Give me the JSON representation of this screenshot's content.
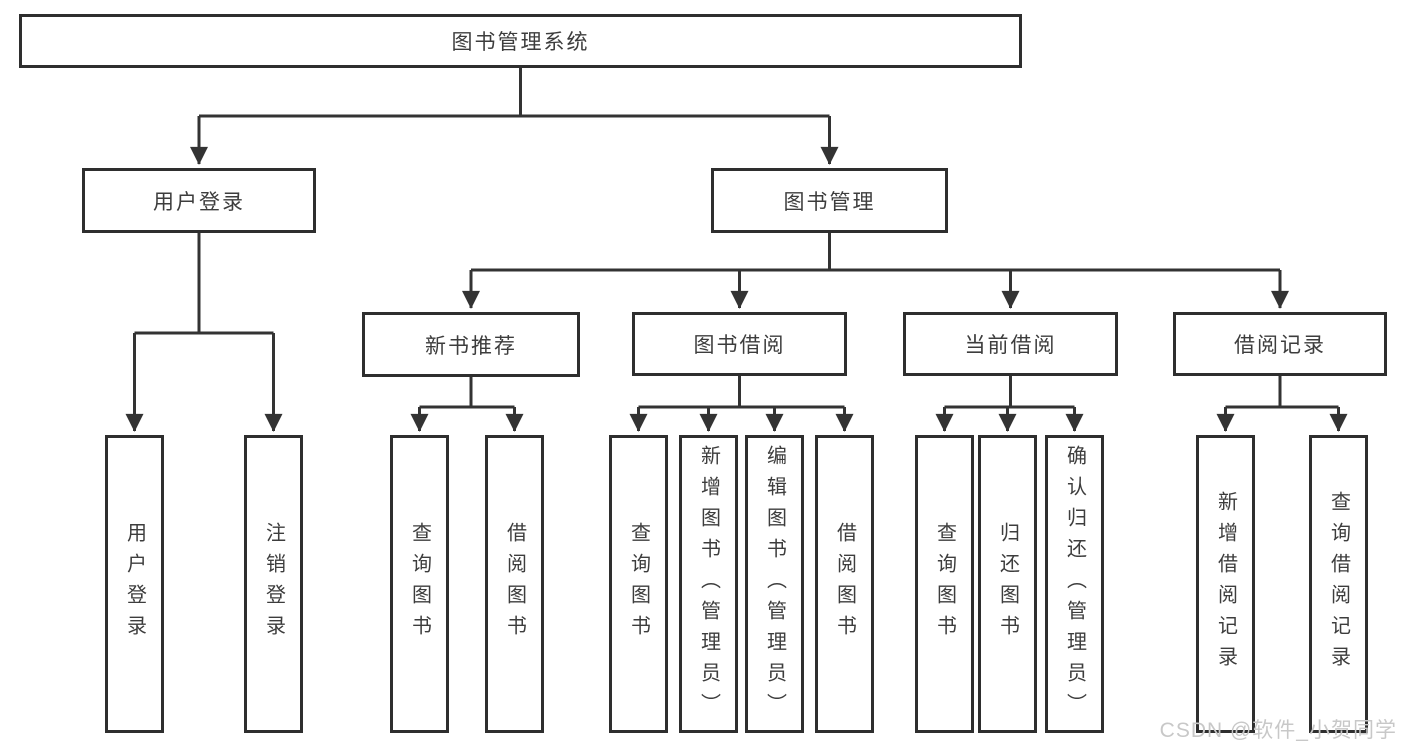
{
  "root_label": "图书管理系统",
  "watermark": "CSDN @软件_小贺同学",
  "colors": {
    "line": "#333333",
    "box_border": "#2e2e2e",
    "text": "#3d3d3d",
    "watermark": "#c8c8c8"
  },
  "tree": {
    "login": {
      "label": "用户登录",
      "leaves": [
        "用户登录",
        "注销登录"
      ]
    },
    "management": {
      "label": "图书管理",
      "groups": [
        {
          "label": "新书推荐",
          "leaves": [
            "查询图书",
            "借阅图书"
          ]
        },
        {
          "label": "图书借阅",
          "leaves": [
            "查询图书",
            "新增图书（管理员）",
            "编辑图书（管理员）",
            "借阅图书"
          ]
        },
        {
          "label": "当前借阅",
          "leaves": [
            "查询图书",
            "归还图书",
            "确认归还（管理员）"
          ]
        },
        {
          "label": "借阅记录",
          "leaves": [
            "新增借阅记录",
            "查询借阅记录"
          ]
        }
      ]
    }
  }
}
